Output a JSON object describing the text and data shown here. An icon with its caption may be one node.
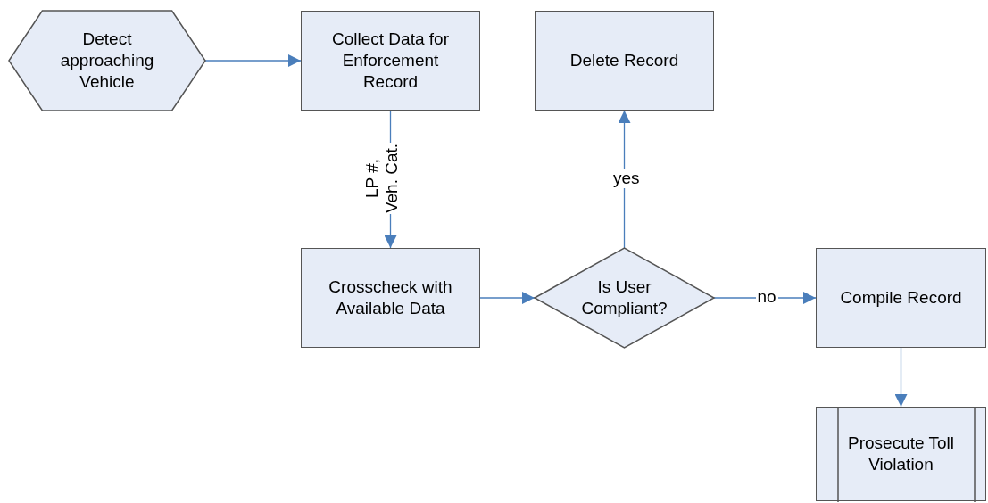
{
  "diagram": {
    "nodes": [
      {
        "text": [
          "Detect approaching Vehicle"
        ]
      },
      {
        "text": [
          "Collect Data for Enforcement Record"
        ]
      },
      {
        "text": [
          "Delete Record"
        ]
      },
      {
        "text": [
          "Crosscheck with Available Data"
        ]
      },
      {
        "text": [
          "Is User Compliant?"
        ]
      },
      {
        "text": [
          "Compile Record"
        ]
      },
      {
        "text": [
          "Prosecute Toll Violation"
        ]
      }
    ],
    "edges": [
      {
        "from": 0,
        "to": 1,
        "arrow": "to"
      },
      {
        "from": 1,
        "to": 3,
        "arrow": "to",
        "label": "LP #, Veh. Cat."
      },
      {
        "from": 3,
        "to": 4,
        "arrow": "to"
      },
      {
        "from": 4,
        "to": 2,
        "arrow": "to",
        "label": "yes"
      },
      {
        "from": 4,
        "to": 5,
        "arrow": "to",
        "label": "no"
      },
      {
        "from": 5,
        "to": 6,
        "arrow": "to"
      }
    ]
  }
}
